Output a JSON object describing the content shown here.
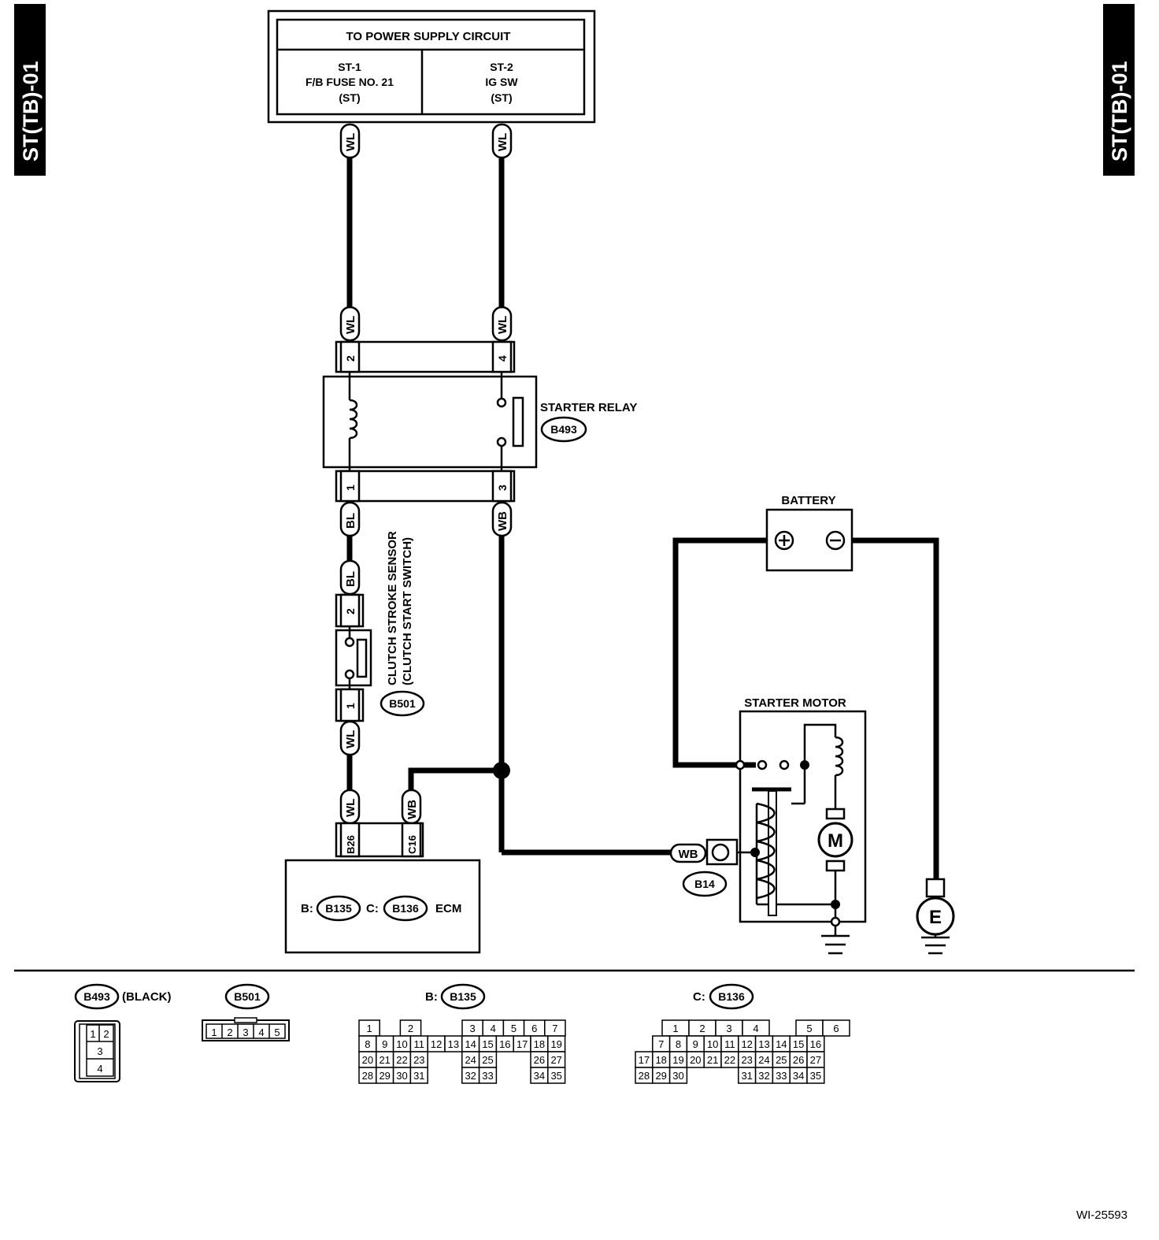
{
  "page": {
    "id_left": "ST(TB)-01",
    "id_right": "ST(TB)-01",
    "figure_id": "WI-25593"
  },
  "power": {
    "title": "TO POWER SUPPLY CIRCUIT",
    "left": {
      "l1": "ST-1",
      "l2": "F/B FUSE NO. 21",
      "l3": "(ST)"
    },
    "right": {
      "l1": "ST-2",
      "l2": "IG SW",
      "l3": "(ST)"
    }
  },
  "wires": {
    "wl": "WL",
    "bl": "BL",
    "wb": "WB"
  },
  "relay": {
    "label": "STARTER RELAY",
    "connector": "B493",
    "pin1": "1",
    "pin2": "2",
    "pin3": "3",
    "pin4": "4"
  },
  "clutch": {
    "line1": "CLUTCH STROKE SENSOR",
    "line2": "(CLUTCH START SWITCH)",
    "connector": "B501",
    "pin1": "1",
    "pin2": "2"
  },
  "ecm": {
    "label": "ECM",
    "prefix_b": "B:",
    "conn_b": "B135",
    "prefix_c": "C:",
    "conn_c": "B136",
    "pin_b": "B26",
    "pin_c": "C16"
  },
  "battery": {
    "label": "BATTERY",
    "plus": "+",
    "minus": "−"
  },
  "starter": {
    "label": "STARTER MOTOR",
    "motor": "M",
    "connector": "B14"
  },
  "ground": {
    "label": "E"
  },
  "legend": {
    "b493": {
      "name": "B493",
      "note": "(BLACK)",
      "pins": [
        "1",
        "2",
        "3",
        "4"
      ]
    },
    "b501": {
      "name": "B501",
      "pins": [
        "1",
        "2",
        "3",
        "4",
        "5"
      ]
    },
    "b135": {
      "prefix": "B:",
      "name": "B135",
      "rows": [
        [
          "1",
          "",
          "2",
          "",
          "",
          "3",
          "4",
          "5",
          "6",
          "7"
        ],
        [
          "8",
          "9",
          "10",
          "11",
          "12",
          "13",
          "14",
          "15",
          "16",
          "17",
          "18",
          "19"
        ],
        [
          "20",
          "21",
          "22",
          "23",
          "",
          "",
          "24",
          "25",
          "",
          "",
          "26",
          "27"
        ],
        [
          "28",
          "29",
          "30",
          "31",
          "",
          "",
          "32",
          "33",
          "",
          "",
          "34",
          "35"
        ]
      ]
    },
    "b136": {
      "prefix": "C:",
      "name": "B136",
      "rows": [
        [
          "",
          "1",
          "2",
          "3",
          "4",
          "",
          "5",
          "6"
        ],
        [
          "",
          "7",
          "8",
          "9",
          "10",
          "11",
          "12",
          "13",
          "14",
          "15",
          "16"
        ],
        [
          "17",
          "18",
          "19",
          "20",
          "21",
          "22",
          "23",
          "24",
          "25",
          "26",
          "27"
        ],
        [
          "28",
          "29",
          "30",
          "",
          "",
          "",
          "31",
          "32",
          "33",
          "34",
          "35"
        ]
      ]
    }
  }
}
